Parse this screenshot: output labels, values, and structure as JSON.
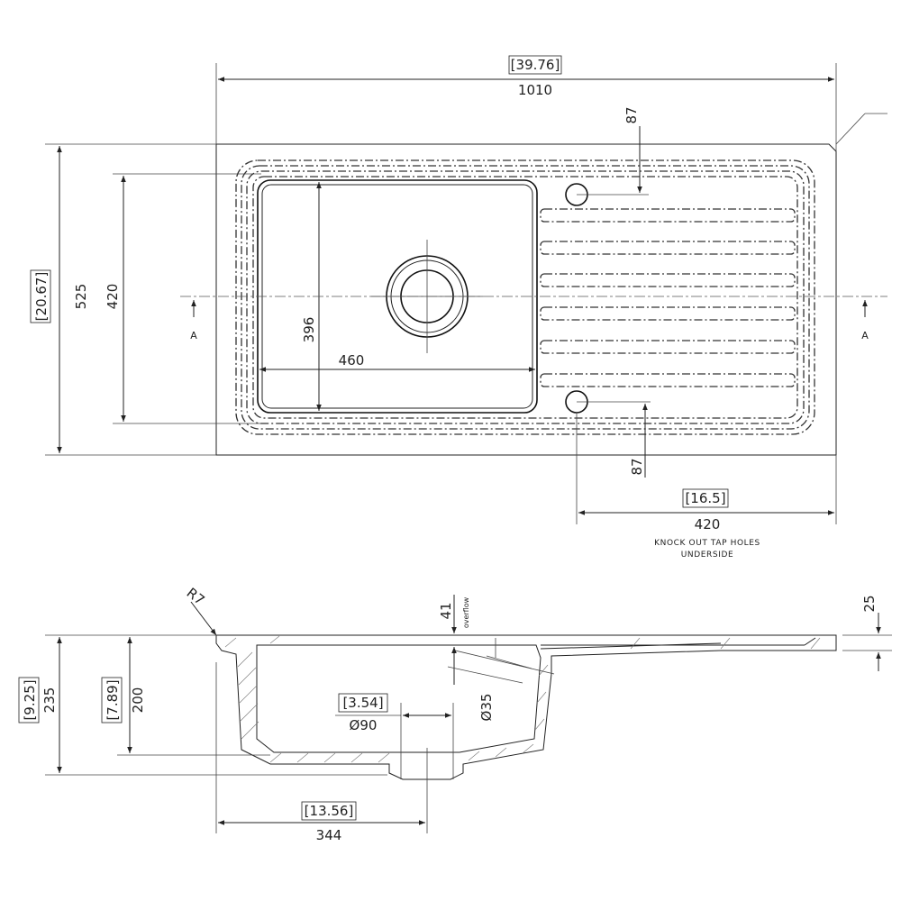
{
  "plan_view": {
    "overall_width_in": "[39.76]",
    "overall_width_mm": "1010",
    "overall_depth_in": "[20.67]",
    "overall_depth_mm": "525",
    "bowl_depth_outer": "420",
    "bowl_depth_inner": "396",
    "bowl_width": "460",
    "tap_hole_offset_top": "87",
    "tap_hole_offset_bottom": "87",
    "tap_span_in": "[16.5]",
    "tap_span_mm": "420",
    "section_label_left": "A",
    "section_label_right": "A",
    "note_line_1": "KNOCK OUT TAP HOLES",
    "note_line_2": "UNDERSIDE"
  },
  "section_view": {
    "corner_radius": "R7",
    "overflow_height": "41",
    "overflow_label": "overflow",
    "rim_thickness": "25",
    "overall_height_in": "[9.25]",
    "overall_height_mm": "235",
    "bowl_height_in": "[7.89]",
    "bowl_height_mm": "200",
    "waste_dia_in": "[3.54]",
    "waste_dia_mm": "Ø90",
    "overflow_dia": "Ø35",
    "waste_offset_in": "[13.56]",
    "waste_offset_mm": "344"
  }
}
